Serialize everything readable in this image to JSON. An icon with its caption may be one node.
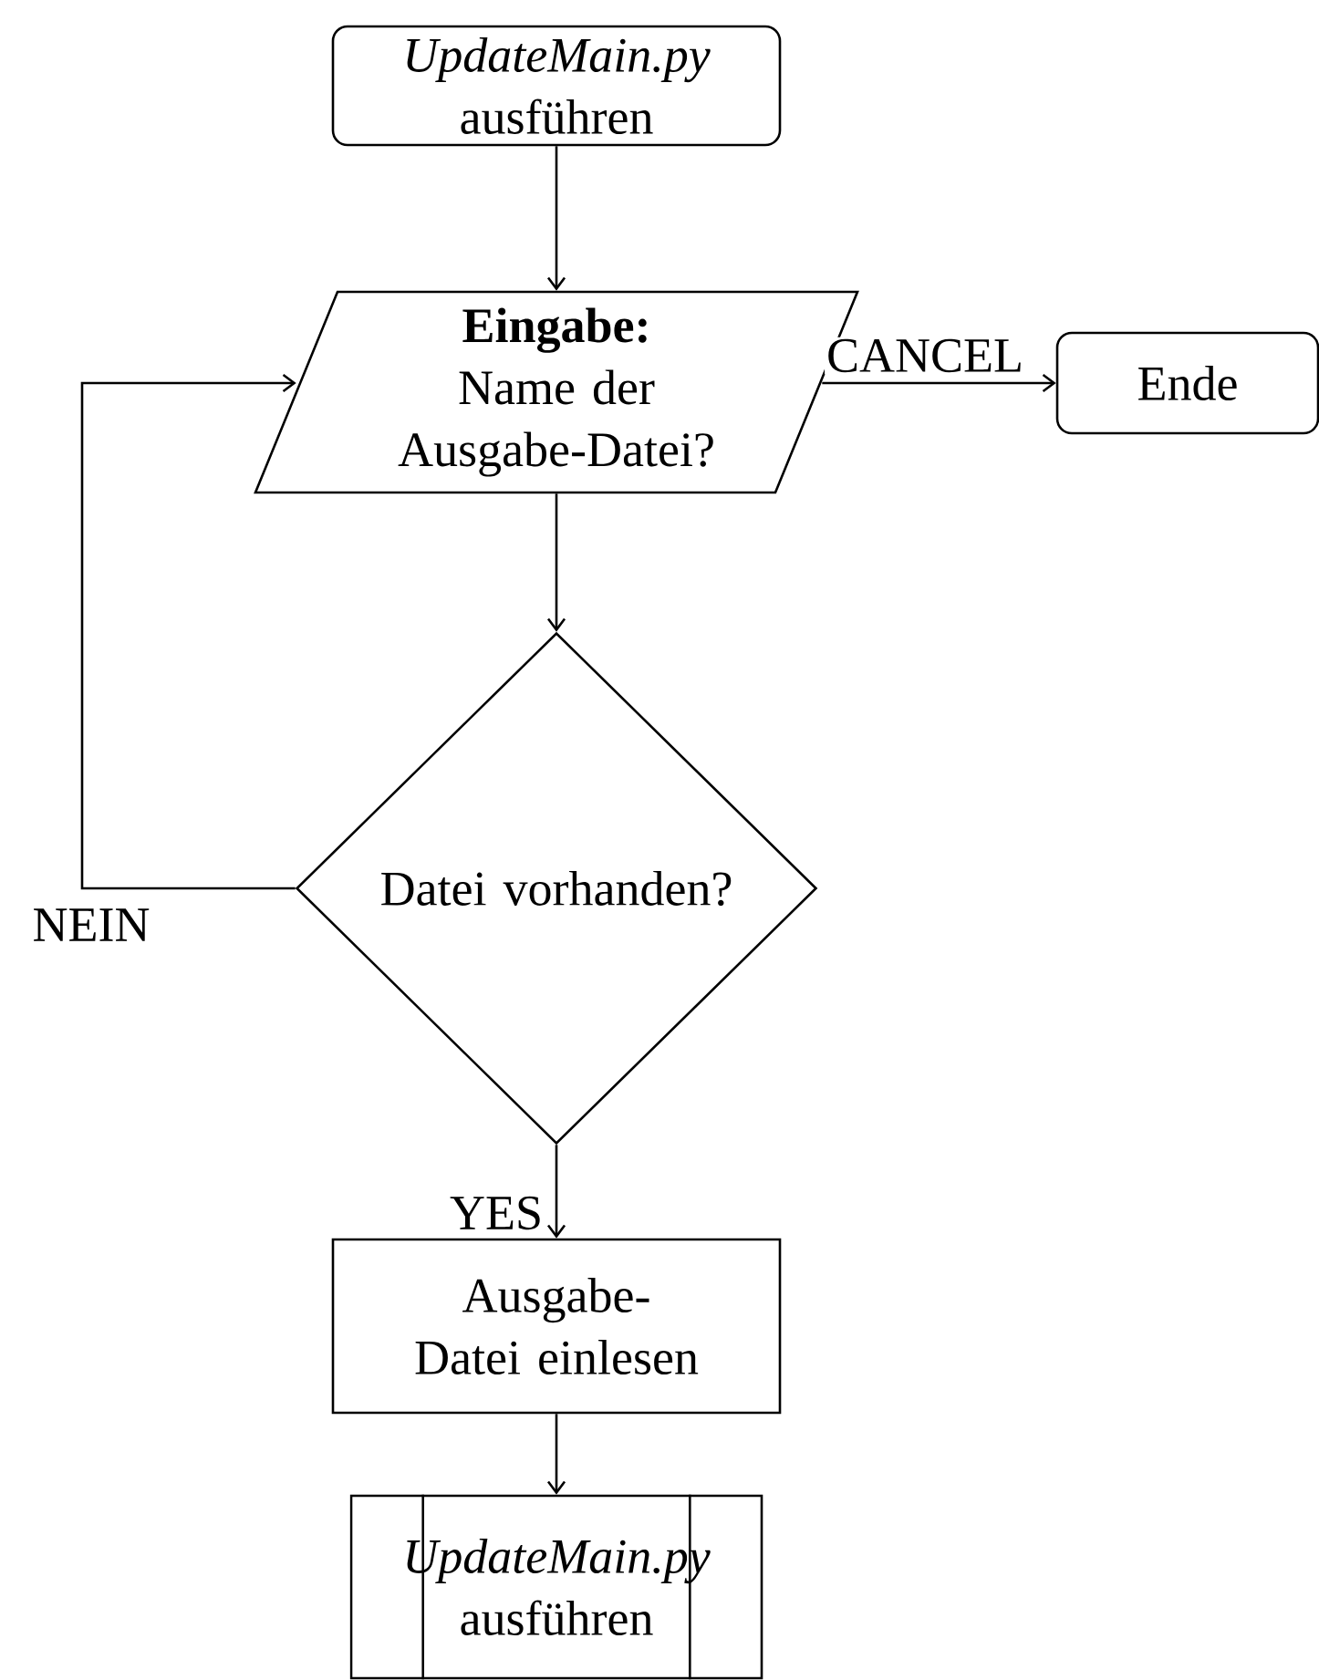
{
  "diagram": {
    "nodes": [
      {
        "text": [
          "*UpdateMain.py* ausführen"
        ]
      },
      {
        "text": [
          "Eingabe:",
          "Name der Ausgabe-Datei?"
        ]
      },
      {
        "text": [
          "Ende"
        ]
      },
      {
        "text": [
          "Datei vorhanden?"
        ]
      },
      {
        "text": [
          "Ausgabe- Datei einlesen"
        ]
      },
      {
        "text": [
          "*UpdateMain.py* ausführen"
        ]
      }
    ],
    "edges": [
      {
        "from": 0,
        "to": 1,
        "arrow": "to"
      },
      {
        "from": 1,
        "to": 2,
        "arrow": "to",
        "label": "CANCEL"
      },
      {
        "from": 1,
        "to": 3,
        "arrow": "to"
      },
      {
        "from": 3,
        "to": 1,
        "arrow": "to",
        "label": "NEIN"
      },
      {
        "from": 3,
        "to": 4,
        "arrow": "to",
        "label": "YES"
      },
      {
        "from": 4,
        "to": 5,
        "arrow": "to"
      }
    ]
  }
}
